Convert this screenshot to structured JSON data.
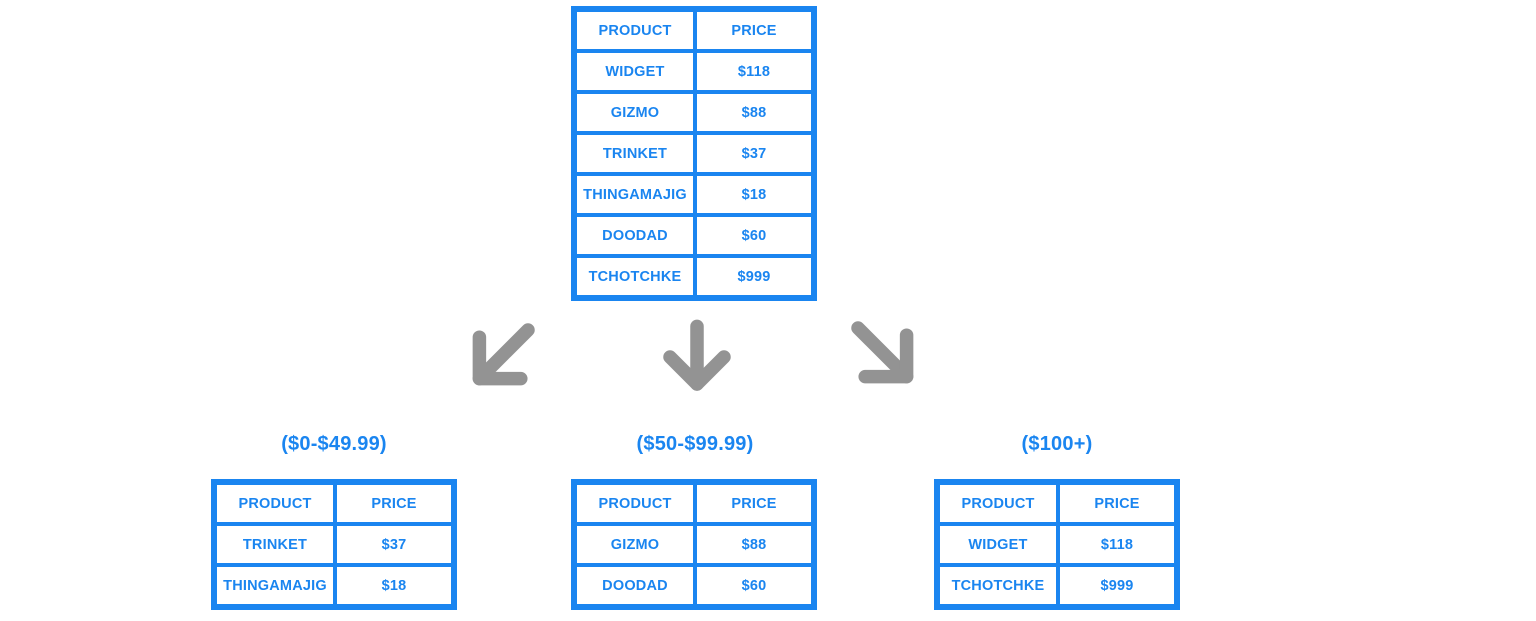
{
  "diagram": {
    "type": "table-split-flow",
    "title_visible": false,
    "accent_color": "#1a85f0",
    "arrow_color": "#939393",
    "background": "#ffffff"
  },
  "source_table": {
    "name": "product-price-table",
    "columns": [
      "PRODUCT",
      "PRICE"
    ],
    "rows": [
      {
        "product": "WIDGET",
        "price": "$118"
      },
      {
        "product": "GIZMO",
        "price": "$88"
      },
      {
        "product": "TRINKET",
        "price": "$37"
      },
      {
        "product": "THINGAMAJIG",
        "price": "$18"
      },
      {
        "product": "DOODAD",
        "price": "$60"
      },
      {
        "product": "TCHOTCHKE",
        "price": "$999"
      }
    ]
  },
  "arrows": [
    {
      "name": "arrow-down-left-icon",
      "direction": "down-left"
    },
    {
      "name": "arrow-down-icon",
      "direction": "down"
    },
    {
      "name": "arrow-down-right-icon",
      "direction": "down-right"
    }
  ],
  "buckets": [
    {
      "label": "($0-$49.99)",
      "columns": [
        "PRODUCT",
        "PRICE"
      ],
      "rows": [
        {
          "product": "TRINKET",
          "price": "$37"
        },
        {
          "product": "THINGAMAJIG",
          "price": "$18"
        }
      ]
    },
    {
      "label": "($50-$99.99)",
      "columns": [
        "PRODUCT",
        "PRICE"
      ],
      "rows": [
        {
          "product": "GIZMO",
          "price": "$88"
        },
        {
          "product": "DOODAD",
          "price": "$60"
        }
      ]
    },
    {
      "label": "($100+)",
      "columns": [
        "PRODUCT",
        "PRICE"
      ],
      "rows": [
        {
          "product": "WIDGET",
          "price": "$118"
        },
        {
          "product": "TCHOTCHKE",
          "price": "$999"
        }
      ]
    }
  ]
}
